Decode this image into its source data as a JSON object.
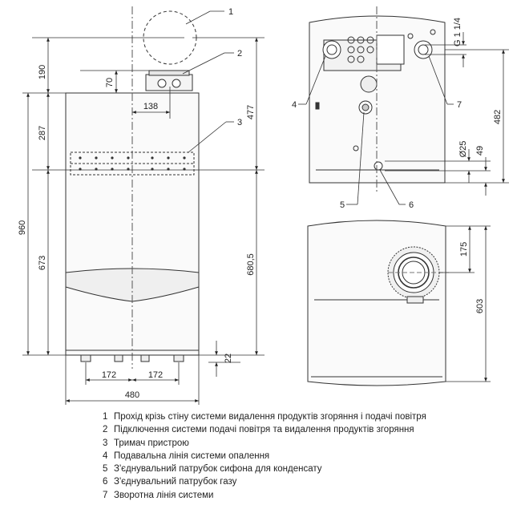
{
  "dimensions": {
    "d190": "190",
    "d70": "70",
    "d138": "138",
    "d477": "477",
    "d287": "287",
    "d960": "960",
    "d673": "673",
    "d680_5": "680,5",
    "d22": "22",
    "d172_left": "172",
    "d172_right": "172",
    "d480": "480",
    "thread": "G 1 1/4",
    "d482": "482",
    "d25": "Ø25",
    "d49": "49",
    "d175": "175",
    "d603": "603"
  },
  "callouts": {
    "c1": "1",
    "c2": "2",
    "c3": "3",
    "c4": "4",
    "c5": "5",
    "c6": "6",
    "c7": "7"
  },
  "legend": [
    {
      "num": "1",
      "text": "Прохід крізь стіну системи видалення продуктів згоряння і подачі повітря"
    },
    {
      "num": "2",
      "text": "Підключення системи подачі повітря та видалення продуктів згоряння"
    },
    {
      "num": "3",
      "text": "Тримач пристрою"
    },
    {
      "num": "4",
      "text": "Подавальна лінія системи опалення"
    },
    {
      "num": "5",
      "text": "З'єднувальний патрубок сифона для конденсату"
    },
    {
      "num": "6",
      "text": "З'єднувальний патрубок газу"
    },
    {
      "num": "7",
      "text": "Зворотна лінія системи"
    }
  ]
}
